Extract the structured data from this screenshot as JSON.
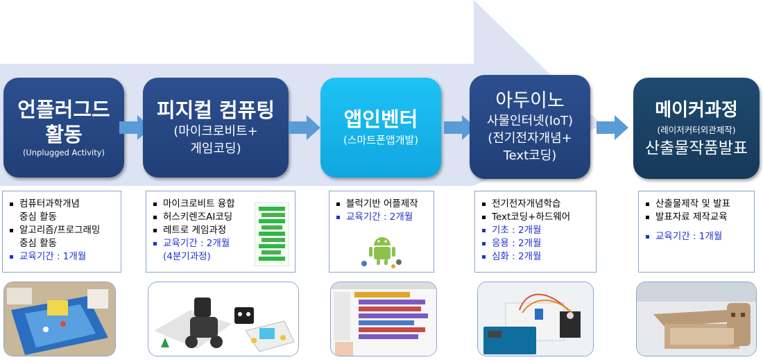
{
  "steps": [
    {
      "title1": "언플러그드",
      "title2": "활동",
      "sub": "(Unplugged Activity)"
    },
    {
      "title": "피지컬 컴퓨팅",
      "sub1": "(마이크로비트+",
      "sub2": "게임코딩)"
    },
    {
      "title": "앱인벤터",
      "sub": "(스마트폰앱개발)"
    },
    {
      "title": "아두이노",
      "sub1": "사물인터넷(IoT)",
      "sub2": "(전기전자개념+",
      "sub3": "Text코딩)"
    },
    {
      "title": "메이커과정",
      "sub": "(레이저커터외관제작)",
      "title2": "산출물작품발표"
    }
  ],
  "descriptions": [
    {
      "items": [
        "컴퓨터과학개념",
        "중심 활동",
        "알고리즘/프로그래밍",
        "중심 활동",
        "교육기간 : 1개월"
      ]
    },
    {
      "items": [
        "마이크로비트 융합",
        "허스키렌즈AI코딩",
        "레트로 게임과정",
        "교육기간 : 2개월",
        "(4분기과정)"
      ]
    },
    {
      "items": [
        "블럭기반 어플제작",
        "교육기간 : 2개월"
      ]
    },
    {
      "items": [
        "전기전자개념학습",
        "Text코딩+하드웨어",
        "기초 : 2개월",
        "응용 : 2개월",
        "심화 : 2개월"
      ]
    },
    {
      "items": [
        "산출물제작 및 발표",
        "발표자료 제작교육",
        "교육기간 : 1개월"
      ]
    }
  ],
  "colors": {
    "arrow": "#dde3f3",
    "step_dark": "#2d4f8f",
    "step_cyan": "#1ec3f4",
    "step_last": "#1f4a70",
    "connector": "#5b9bd5",
    "highlight": "#1f2fd6"
  },
  "icons": [
    "board-game-photo",
    "microbit-robot-photo",
    "app-inventor-blocks-photo",
    "arduino-servo-photo",
    "laser-cut-box-photo"
  ]
}
